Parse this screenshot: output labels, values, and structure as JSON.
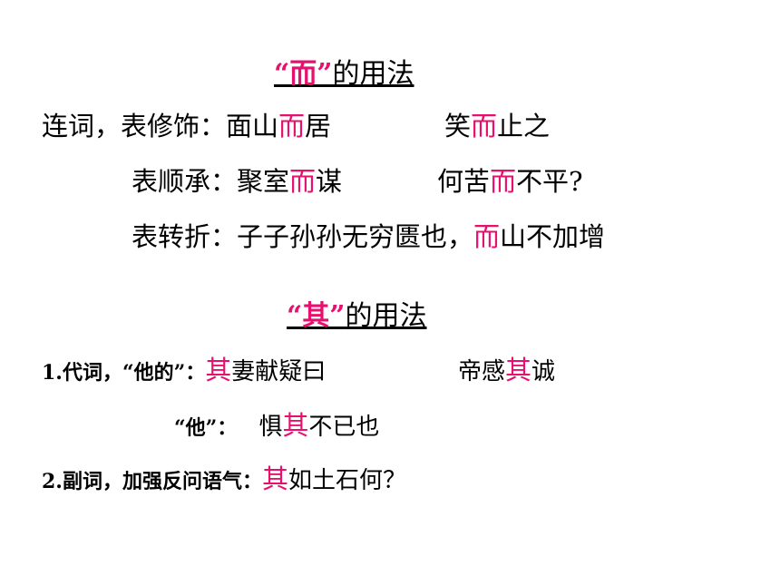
{
  "colors": {
    "highlight": "#e8106f",
    "text": "#000000",
    "background": "#ffffff"
  },
  "er": {
    "title_quoted": "“而”",
    "title_rest": "的用法",
    "row1": {
      "label": "连词，表修饰：",
      "ex1": {
        "pre": "面山",
        "hi": "而",
        "post": "居"
      },
      "ex2": {
        "pre": "笑",
        "hi": "而",
        "post": "止之"
      }
    },
    "row2": {
      "label": "表顺承：",
      "ex1": {
        "pre": "聚室",
        "hi": "而",
        "post": "谋"
      },
      "ex2": {
        "pre": "何苦",
        "hi": "而",
        "post": "不平?"
      }
    },
    "row3": {
      "label": "表转折：",
      "ex1": {
        "pre": "子子孙孙无穷匮也，",
        "hi": "而",
        "post": "山不加增"
      }
    }
  },
  "qi": {
    "title_quoted": "“其”",
    "title_rest": "的用法",
    "row1": {
      "label": "1.代词，“他的”：",
      "ex1": {
        "hi": "其",
        "post": "妻献疑曰"
      },
      "ex2": {
        "pre": "帝感",
        "hi": "其",
        "post": "诚"
      }
    },
    "row2": {
      "label": "“他”：",
      "ex1": {
        "pre": "惧",
        "hi": "其",
        "post": "不已也"
      }
    },
    "row3": {
      "label": "2.副词，加强反问语气：",
      "ex1": {
        "hi": "其",
        "post": "如土石何？"
      }
    }
  }
}
